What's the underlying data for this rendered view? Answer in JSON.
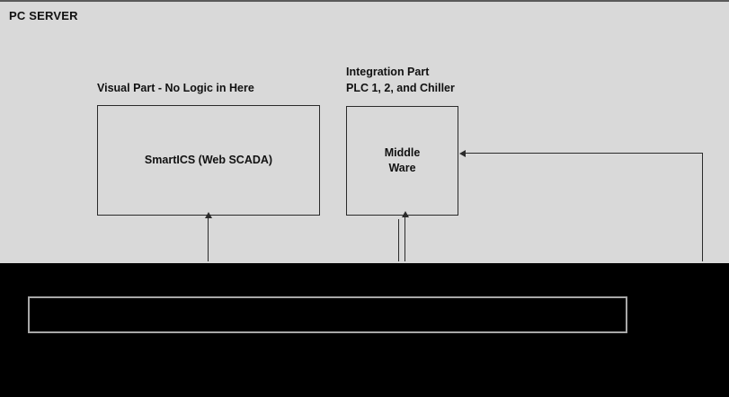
{
  "diagram": {
    "title": "PC SERVER",
    "background_color": "#d9d9d9",
    "line_color": "#2b2b2b",
    "lower_region_color": "#000000",
    "groups": [
      {
        "name": "visual-part",
        "label": "Visual Part - No Logic in Here"
      },
      {
        "name": "integration-part",
        "label": "Integration Part\nPLC 1, 2, and Chiller"
      }
    ],
    "nodes": [
      {
        "name": "smartics",
        "label": "SmartICS (Web SCADA)"
      },
      {
        "name": "middleware",
        "label": "Middle\nWare"
      },
      {
        "name": "bottom-region",
        "label": ""
      }
    ]
  }
}
